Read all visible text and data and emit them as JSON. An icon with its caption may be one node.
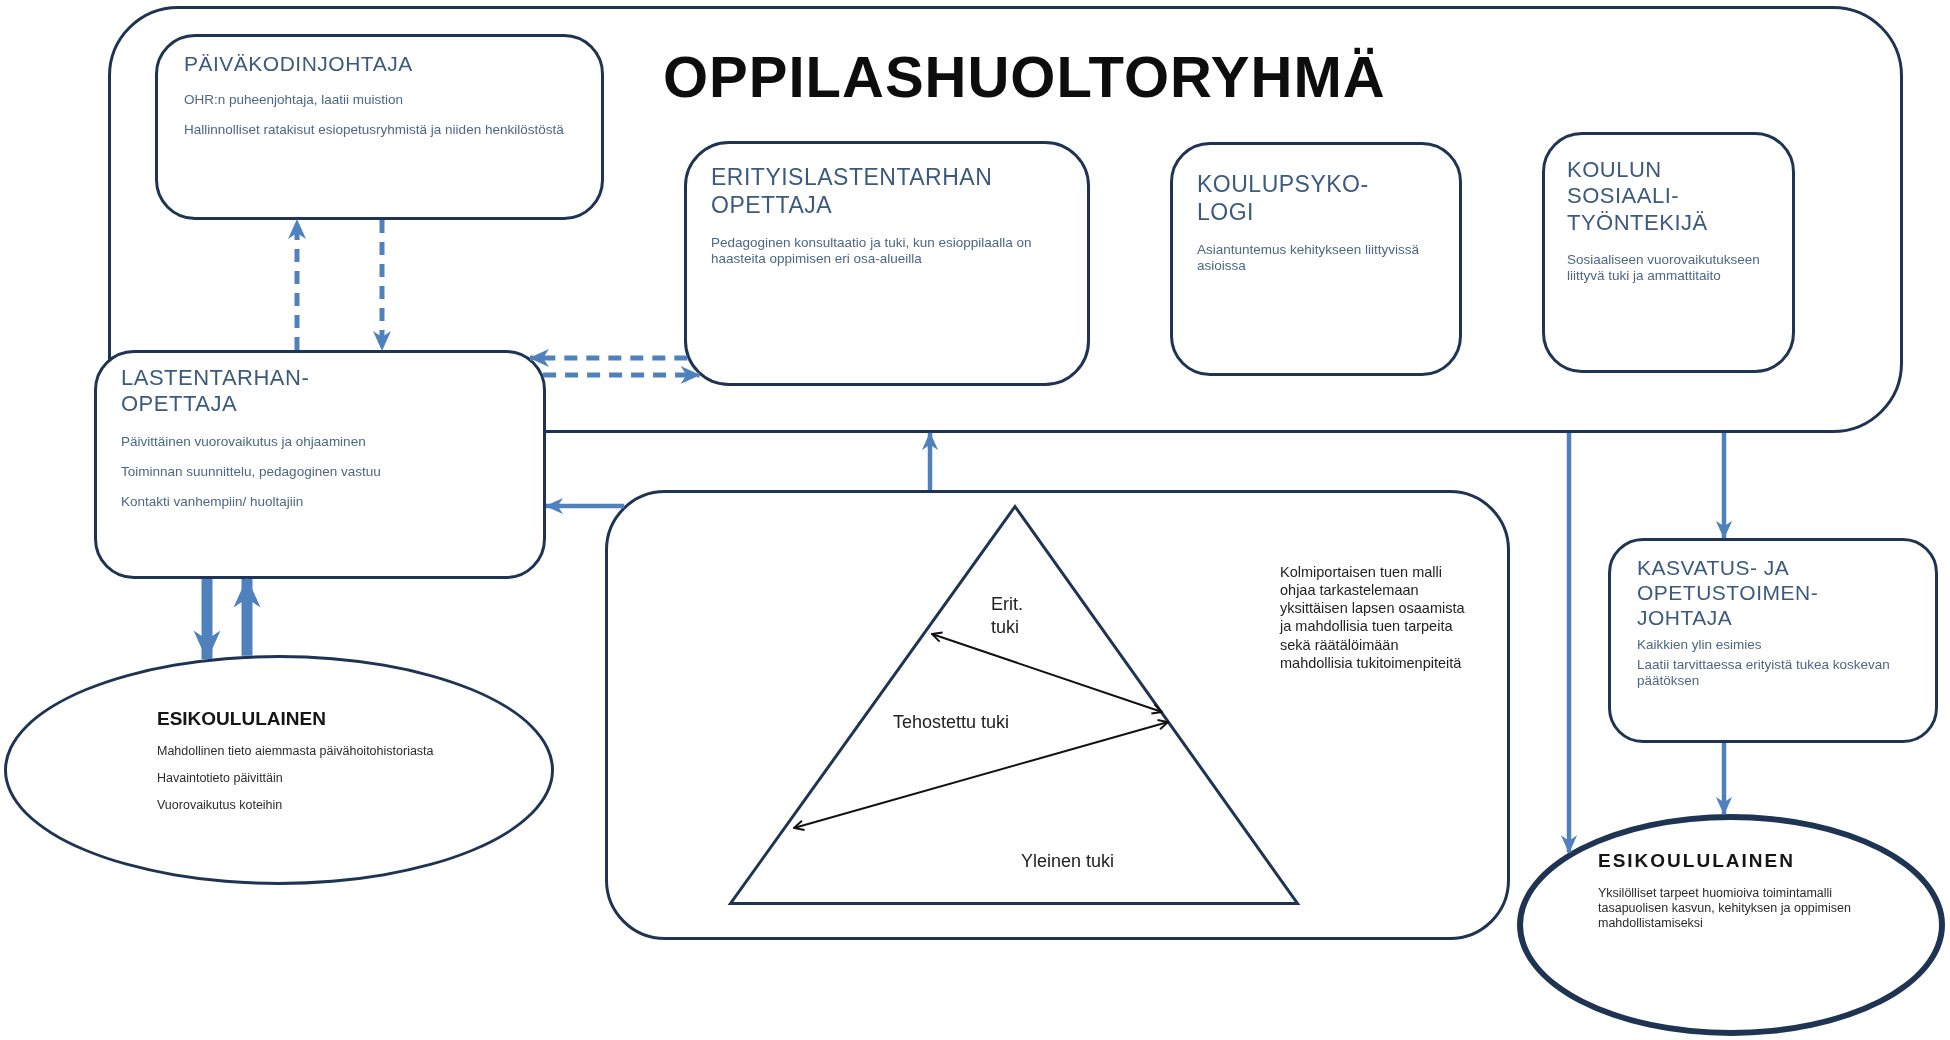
{
  "diagram": {
    "nodes": [
      {
        "text": [
          "OPPILASHUOLTORYHMÄ"
        ]
      },
      {
        "text": [
          "PÄIVÄKODINJOHTAJA",
          "OHR:n puheenjohtaja, laatii muistion",
          "Hallinnolliset ratakisut esiopetusryhmistä ja niiden henkilöstöstä"
        ],
        "in": 0
      },
      {
        "text": [
          "ERITYISLASTENTARHAN OPETTAJA",
          "Pedagoginen konsultaatio ja tuki, kun esioppilaalla on haasteita oppimisen eri osa-alueilla"
        ],
        "in": 0
      },
      {
        "text": [
          "KOULUPSYKO-LOGI",
          "Asiantuntemus kehitykseen liittyvissä asioissa"
        ],
        "in": 0
      },
      {
        "text": [
          "KOULUN SOSIAALI-TYÖNTEKIJÄ",
          "Sosiaaliseen vuorovaikutukseen liittyvä tuki ja ammattitaito"
        ],
        "in": 0
      },
      {
        "text": [
          "LASTENTARHAN-OPETTAJA",
          "Päivittäinen vuorovaikutus ja ohjaaminen",
          "Toiminnan suunnittelu, pedagoginen vastuu",
          "Kontakti vanhempiin/ huoltajiin"
        ]
      },
      {
        "text": [
          "ESIKOULULAINEN",
          "Mahdollinen tieto aiemmasta päivähoitohistoriasta",
          "Havaintotieto päivittäin",
          "Vuorovaikutus koteihin"
        ]
      },
      {
        "text": [
          "Kolmiportaisen tuen malli ohjaa tarkastelemaan yksittäisen lapsen osaamista ja mahdollisia tuen tarpeita sekä räätälöimään mahdollisia tukitoimenpiteitä"
        ]
      },
      {
        "text": [
          "Erit. tuki",
          "Tehostettu tuki",
          "Yleinen tuki"
        ],
        "in": 7
      },
      {
        "text": [
          "KASVATUS- JA OPETUSTOIMEN-JOHTAJA",
          "Kaikkien ylin esimies",
          "Laatii tarvittaessa erityistä tukea koskevan päätöksen"
        ]
      },
      {
        "text": [
          "ESIKOULULAINEN",
          "Yksilölliset tarpeet huomioiva toimintamalli tasapuolisen kasvun, kehityksen ja oppimisen mahdollistamiseksi"
        ]
      }
    ],
    "edges": [
      {
        "from": 5,
        "to": 1,
        "arrow": "to",
        "style": "dashed"
      },
      {
        "from": 1,
        "to": 5,
        "arrow": "to",
        "style": "dashed"
      },
      {
        "from": 2,
        "to": 5,
        "arrow": "to",
        "style": "dashed"
      },
      {
        "from": 5,
        "to": 2,
        "arrow": "to",
        "style": "dashed"
      },
      {
        "from": 5,
        "to": 6,
        "arrow": "to",
        "style": "thick"
      },
      {
        "from": 6,
        "to": 5,
        "arrow": "to",
        "style": "thick"
      },
      {
        "from": 7,
        "to": 5,
        "arrow": "to"
      },
      {
        "from": 7,
        "to": 0,
        "arrow": "to"
      },
      {
        "from": 0,
        "to": 10,
        "arrow": "to"
      },
      {
        "from": 0,
        "to": 9,
        "arrow": "to"
      },
      {
        "from": 9,
        "to": 10,
        "arrow": "to"
      }
    ]
  }
}
